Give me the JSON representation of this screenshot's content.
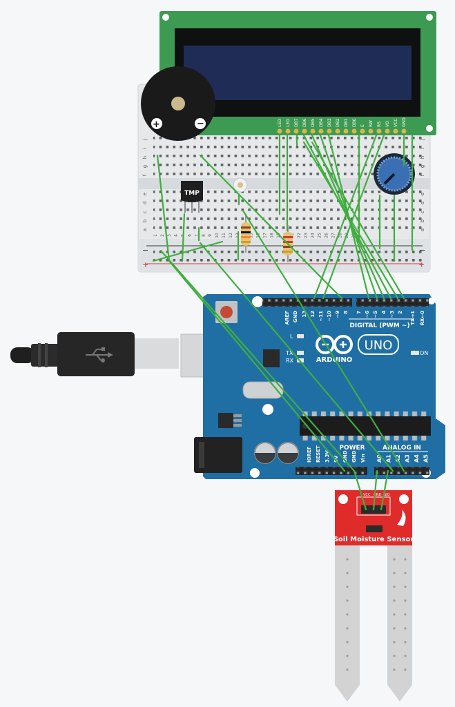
{
  "breadboard": {
    "row_letters_top": [
      "j",
      "i",
      "h",
      "g",
      "f"
    ],
    "row_letters_bottom": [
      "e",
      "d",
      "c",
      "b",
      "a"
    ],
    "column_numbers": [
      "1",
      "2",
      "3",
      "4",
      "5",
      "6",
      "7",
      "8",
      "9",
      "10",
      "11",
      "12",
      "13",
      "14",
      "15",
      "16",
      "17",
      "18",
      "19",
      "20",
      "21",
      "22",
      "23",
      "24",
      "25",
      "26",
      "27",
      "28",
      "29",
      "30"
    ],
    "rail_minus": "−",
    "rail_plus": "+"
  },
  "buzzer": {
    "plus": "+",
    "minus": "−"
  },
  "temp_sensor": {
    "label": "TMP"
  },
  "lcd": {
    "pins": [
      "LED",
      "LED",
      "DB7",
      "DB6",
      "DB5",
      "DB4",
      "DB3",
      "DB2",
      "DB1",
      "DB0",
      "E",
      "RW",
      "RS",
      "VO",
      "VCC",
      "GND"
    ]
  },
  "arduino": {
    "logo_text": "ARDUINO",
    "model": "UNO",
    "digital_label": "DIGITAL (PWM ~)",
    "aref": "AREF",
    "gnd": "GND",
    "digital_pins": [
      "13",
      "12",
      "~11",
      "~10",
      "~9",
      "8",
      "7",
      "~6",
      "~5",
      "4",
      "~3",
      "2",
      "TX→1",
      "RX←0"
    ],
    "led_l": "L",
    "led_tx": "TX",
    "led_rx": "RX",
    "led_on": "ON",
    "power_label": "POWER",
    "power_pins": [
      "IOREF",
      "RESET",
      "3.3V",
      "5V",
      "GND",
      "GND",
      "Vin"
    ],
    "analog_label": "ANALOG IN",
    "analog_pins": [
      "A0",
      "A1",
      "A2",
      "A3",
      "A4",
      "A5"
    ]
  },
  "soil_sensor": {
    "label": "Soil Moisture Sensor",
    "pins": [
      "VCC",
      "GND",
      "SIG"
    ]
  },
  "colors": {
    "wire": "#3fae3f",
    "breadboard": "#e6e8ea",
    "arduino": "#1f6fa5",
    "lcd_board": "#3d9a53",
    "lcd_screen": "#1f2c55",
    "soil_pcb": "#e02b2b",
    "probe": "#d3d3d3"
  }
}
